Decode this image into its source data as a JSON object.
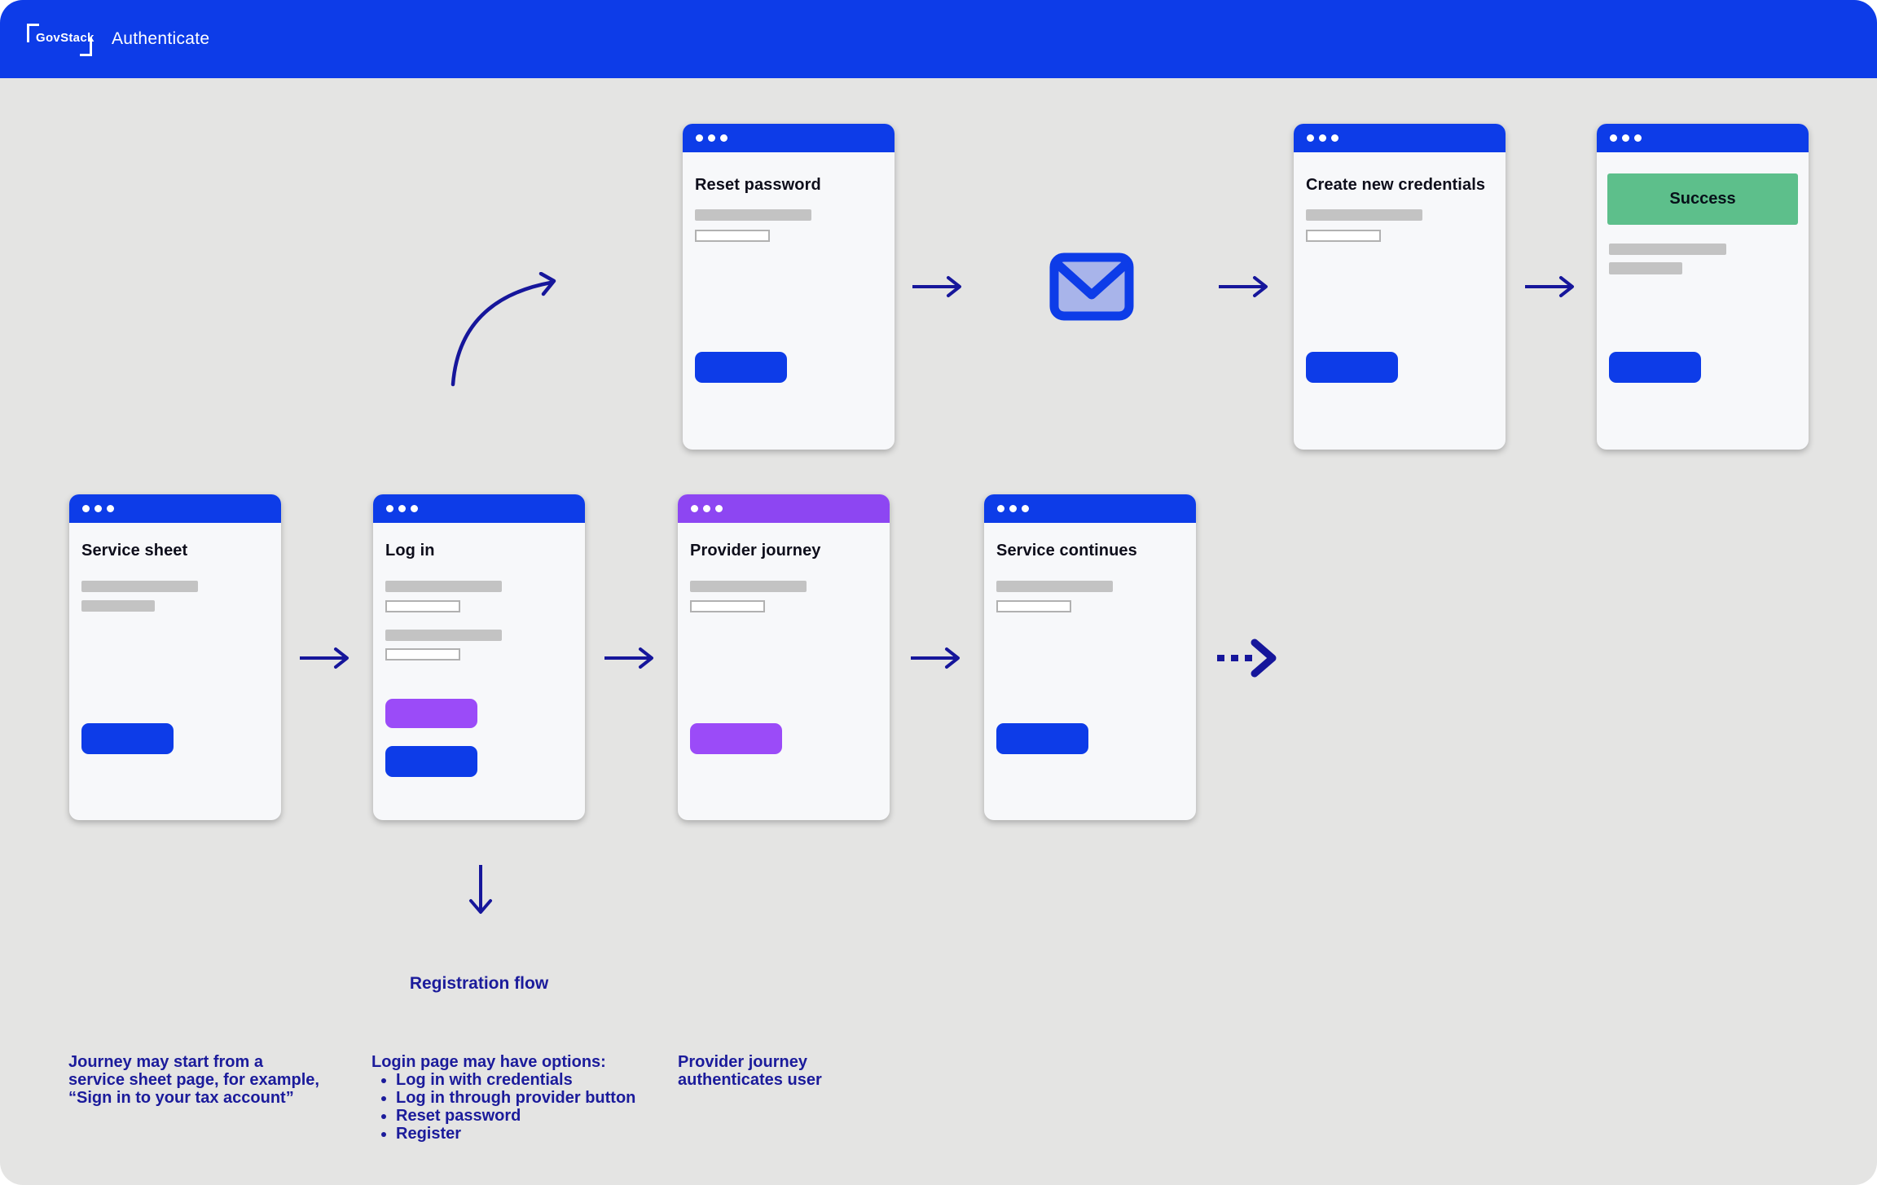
{
  "header": {
    "logo": "GovStack",
    "title": "Authenticate"
  },
  "flow": {
    "cards": {
      "reset_password": {
        "title": "Reset password"
      },
      "create_credentials": {
        "title": "Create new credentials"
      },
      "success": {
        "banner": "Success"
      },
      "service_sheet": {
        "title": "Service sheet"
      },
      "log_in": {
        "title": "Log in"
      },
      "provider_journey": {
        "title": "Provider journey"
      },
      "service_continues": {
        "title": "Service continues"
      }
    },
    "registration_flow_label": "Registration flow"
  },
  "annotations": {
    "journey_note": {
      "lines": [
        "Journey may start from a",
        "service sheet page, for example,",
        "“Sign in to your tax account”"
      ]
    },
    "login_note": {
      "heading": "Login page may have options:",
      "bullets": [
        "Log in with credentials",
        "Log in through provider button",
        "Reset password",
        "Register"
      ]
    },
    "provider_note": {
      "lines": [
        "Provider journey",
        "authenticates user"
      ]
    }
  },
  "icons": {
    "window_controls": "window-dots",
    "email": "envelope-icon",
    "flow_arrow": "arrow-right-icon",
    "continuation_arrow": "dashed-arrow-right-icon",
    "registration_arrow": "arrow-down-icon",
    "reset_path_arrow": "curved-arrow-icon"
  },
  "colors": {
    "header_blue": "#0d3ce8",
    "primary_button_blue": "#0d3ce8",
    "navy_ink": "#1b1b9b",
    "purple_button": "#9b4bf8",
    "purple_titlebar": "#8d46f2",
    "success_green": "#5dbf8b",
    "placeholder_gray": "#c3c3c3",
    "card_background": "#f7f8fa",
    "canvas_background": "#e4e4e3",
    "envelope_fill": "#a8b4ea"
  }
}
